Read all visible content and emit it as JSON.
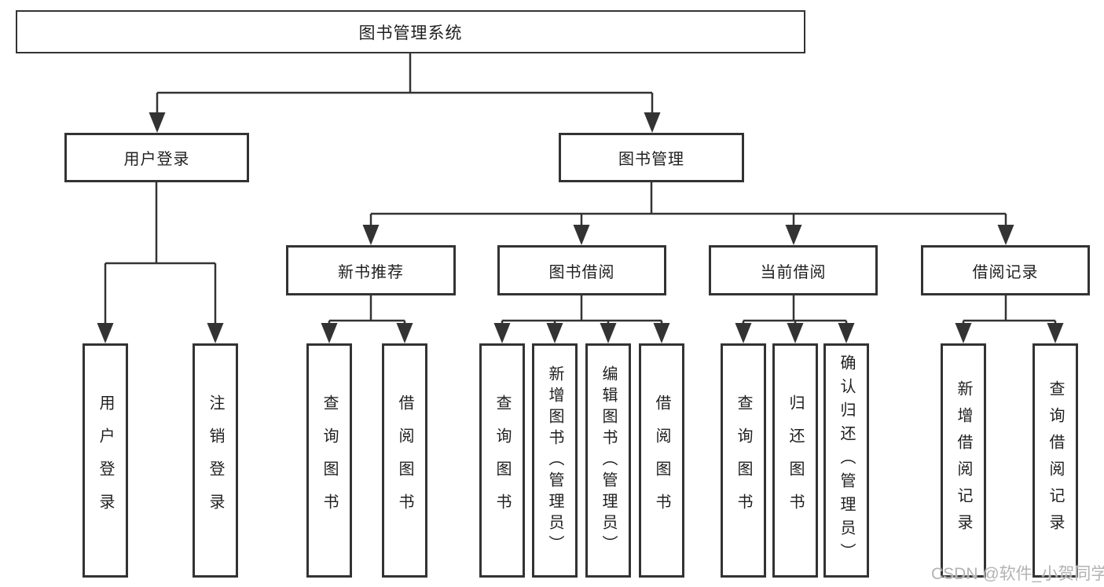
{
  "diagram_title": "图书管理系统",
  "tree": {
    "root": {
      "label": "图书管理系统",
      "children": [
        {
          "label": "用户登录",
          "children": [
            {
              "label": "用户登录"
            },
            {
              "label": "注销登录"
            }
          ]
        },
        {
          "label": "图书管理",
          "children": [
            {
              "label": "新书推荐",
              "children": [
                {
                  "label": "查询图书"
                },
                {
                  "label": "借阅图书"
                }
              ]
            },
            {
              "label": "图书借阅",
              "children": [
                {
                  "label": "查询图书"
                },
                {
                  "label": "新增图书（管理员）"
                },
                {
                  "label": "编辑图书（管理员）"
                },
                {
                  "label": "借阅图书"
                }
              ]
            },
            {
              "label": "当前借阅",
              "children": [
                {
                  "label": "查询图书"
                },
                {
                  "label": "归还图书"
                },
                {
                  "label": "确认归还（管理员）"
                }
              ]
            },
            {
              "label": "借阅记录",
              "children": [
                {
                  "label": "新增借阅记录"
                },
                {
                  "label": "查询借阅记录"
                }
              ]
            }
          ]
        }
      ]
    }
  },
  "watermark": {
    "text": "CSDN @软件_小贺同学"
  },
  "colors": {
    "line": "#333333",
    "box_border": "#333333",
    "text": "#1f1f1f",
    "watermark": "#b3b3b3",
    "background": "#ffffff"
  }
}
